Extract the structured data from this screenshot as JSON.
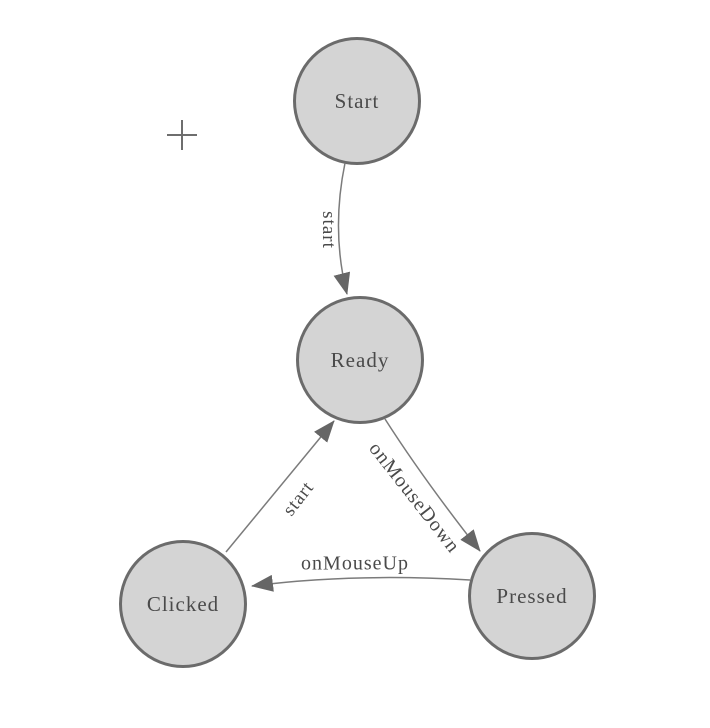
{
  "diagram": {
    "type": "state-machine",
    "colors": {
      "background": "#ffffff",
      "node_fill": "#d4d4d4",
      "node_border": "#6b6b6b",
      "text": "#4a4a4a",
      "connector": "#7b7b7b",
      "arrowhead": "#666666",
      "plus_icon": "#6e6e6e"
    },
    "icons": {
      "plus_icon": "plus-crosshair"
    },
    "nodes": [
      {
        "id": "start",
        "label": "Start"
      },
      {
        "id": "ready",
        "label": "Ready"
      },
      {
        "id": "clicked",
        "label": "Clicked"
      },
      {
        "id": "pressed",
        "label": "Pressed"
      }
    ],
    "edges": [
      {
        "from": "Start",
        "to": "Ready",
        "label": "start"
      },
      {
        "from": "Clicked",
        "to": "Ready",
        "label": "start"
      },
      {
        "from": "Ready",
        "to": "Pressed",
        "label": "onMouseDown"
      },
      {
        "from": "Pressed",
        "to": "Clicked",
        "label": "onMouseUp"
      }
    ]
  }
}
